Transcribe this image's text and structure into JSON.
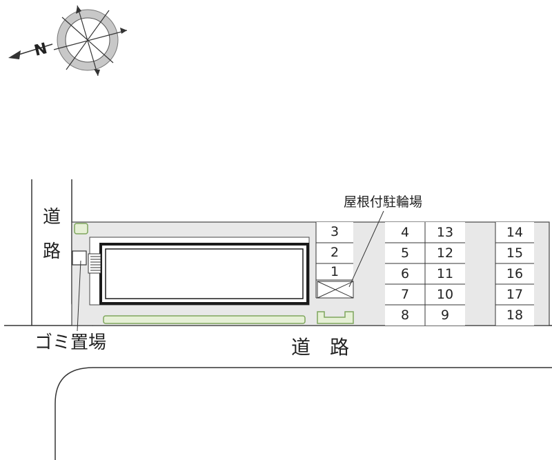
{
  "map": {
    "road_left_top": "道",
    "road_left_bottom": "路",
    "road_bottom": "道　路",
    "trash_label": "ゴミ置場",
    "bicycle_label": "屋根付駐輪場",
    "compass_letter": "N"
  },
  "parking": {
    "left_column": [
      "3",
      "2",
      "1"
    ],
    "column_a": [
      "4",
      "5",
      "6",
      "7",
      "8"
    ],
    "column_b": [
      "13",
      "12",
      "11",
      "10",
      "9"
    ],
    "column_c": [
      "14",
      "15",
      "16",
      "17",
      "18"
    ]
  },
  "colors": {
    "lot_fill": "#e8e8e8",
    "hedge_fill": "#e6f0d6",
    "hedge_stroke": "#7ea65c",
    "line": "#333333"
  }
}
